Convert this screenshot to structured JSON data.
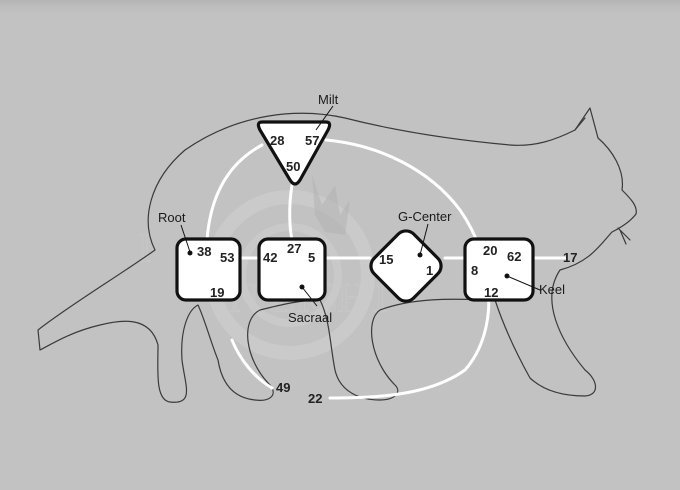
{
  "labels": {
    "milt": "Milt",
    "root": "Root",
    "g_center": "G-Center",
    "sacraal": "Sacraal",
    "keel": "Keel"
  },
  "centers": {
    "milt": {
      "top_left": "28",
      "top_right": "57",
      "bottom": "50"
    },
    "root": {
      "top": "38",
      "right": "53",
      "bottom": "19"
    },
    "sacraal": {
      "left": "42",
      "top": "27",
      "right": "5"
    },
    "g_center": {
      "left": "15",
      "right": "1"
    },
    "keel": {
      "top": "20",
      "top_right": "62",
      "left": "8",
      "bottom": "12"
    }
  },
  "gates": {
    "keel_outer": "17",
    "lower_left": "49",
    "lower_bottom": "22"
  },
  "colors": {
    "background": "#c2c2c2",
    "channel": "#ffffff",
    "outline": "#111111",
    "cat_line": "#3a3a3a"
  }
}
